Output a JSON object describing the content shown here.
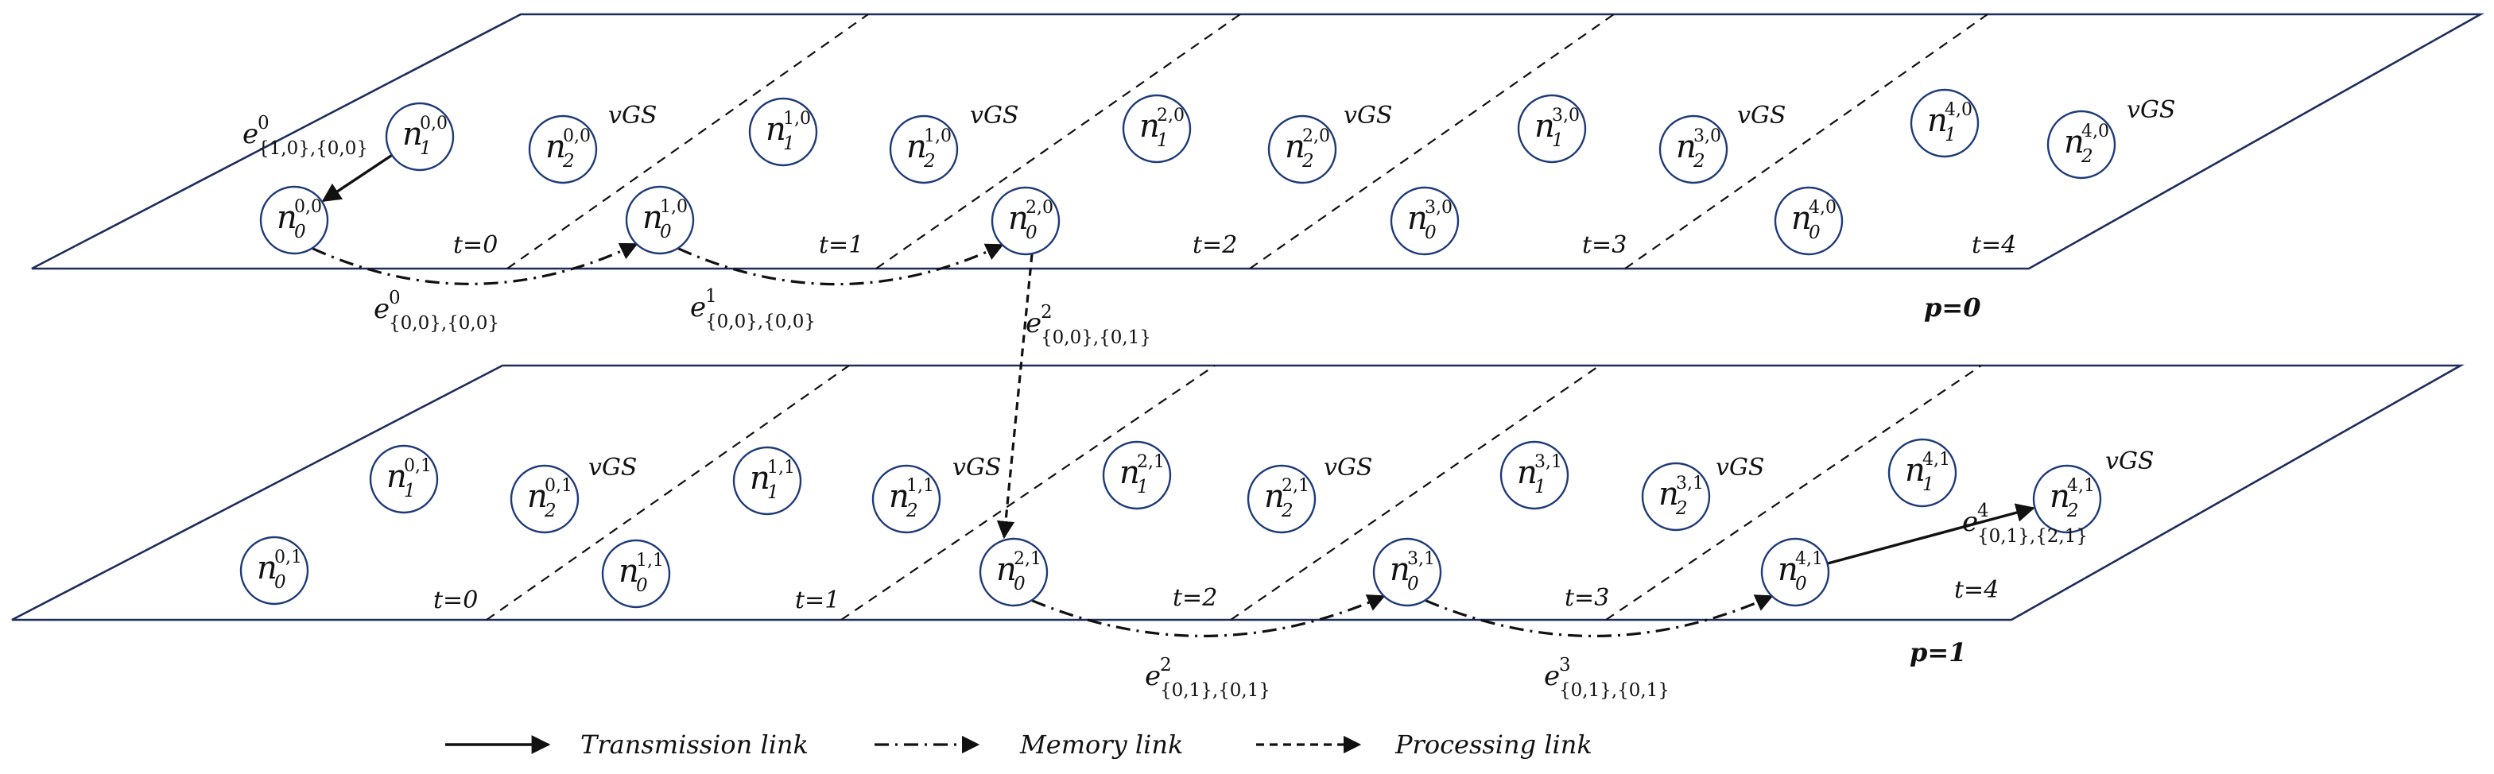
{
  "planes": [
    {
      "plabel": "p=0",
      "slot_labels": [
        "t=0",
        "t=1",
        "t=2",
        "t=3",
        "t=4"
      ],
      "vgs": [
        "vGS",
        "vGS",
        "vGS",
        "vGS",
        "vGS"
      ],
      "nodes": [
        {
          "id": "n-0-0-0",
          "sub": "0",
          "sup": "0,0"
        },
        {
          "id": "n-1-0-0",
          "sub": "1",
          "sup": "0,0"
        },
        {
          "id": "n-2-0-0",
          "sub": "2",
          "sup": "0,0"
        },
        {
          "id": "n-0-1-0",
          "sub": "0",
          "sup": "1,0"
        },
        {
          "id": "n-1-1-0",
          "sub": "1",
          "sup": "1,0"
        },
        {
          "id": "n-2-1-0",
          "sub": "2",
          "sup": "1,0"
        },
        {
          "id": "n-0-2-0",
          "sub": "0",
          "sup": "2,0"
        },
        {
          "id": "n-1-2-0",
          "sub": "1",
          "sup": "2,0"
        },
        {
          "id": "n-2-2-0",
          "sub": "2",
          "sup": "2,0"
        },
        {
          "id": "n-0-3-0",
          "sub": "0",
          "sup": "3,0"
        },
        {
          "id": "n-1-3-0",
          "sub": "1",
          "sup": "3,0"
        },
        {
          "id": "n-2-3-0",
          "sub": "2",
          "sup": "3,0"
        },
        {
          "id": "n-0-4-0",
          "sub": "0",
          "sup": "4,0"
        },
        {
          "id": "n-1-4-0",
          "sub": "1",
          "sup": "4,0"
        },
        {
          "id": "n-2-4-0",
          "sub": "2",
          "sup": "4,0"
        }
      ]
    },
    {
      "plabel": "p=1",
      "slot_labels": [
        "t=0",
        "t=1",
        "t=2",
        "t=3",
        "t=4"
      ],
      "vgs": [
        "vGS",
        "vGS",
        "vGS",
        "vGS",
        "vGS"
      ],
      "nodes": [
        {
          "id": "n-0-0-1",
          "sub": "0",
          "sup": "0,1"
        },
        {
          "id": "n-1-0-1",
          "sub": "1",
          "sup": "0,1"
        },
        {
          "id": "n-2-0-1",
          "sub": "2",
          "sup": "0,1"
        },
        {
          "id": "n-0-1-1",
          "sub": "0",
          "sup": "1,1"
        },
        {
          "id": "n-1-1-1",
          "sub": "1",
          "sup": "1,1"
        },
        {
          "id": "n-2-1-1",
          "sub": "2",
          "sup": "1,1"
        },
        {
          "id": "n-0-2-1",
          "sub": "0",
          "sup": "2,1"
        },
        {
          "id": "n-1-2-1",
          "sub": "1",
          "sup": "2,1"
        },
        {
          "id": "n-2-2-1",
          "sub": "2",
          "sup": "2,1"
        },
        {
          "id": "n-0-3-1",
          "sub": "0",
          "sup": "3,1"
        },
        {
          "id": "n-1-3-1",
          "sub": "1",
          "sup": "3,1"
        },
        {
          "id": "n-2-3-1",
          "sub": "2",
          "sup": "3,1"
        },
        {
          "id": "n-0-4-1",
          "sub": "0",
          "sup": "4,1"
        },
        {
          "id": "n-1-4-1",
          "sub": "1",
          "sup": "4,1"
        },
        {
          "id": "n-2-4-1",
          "sub": "2",
          "sup": "4,1"
        }
      ]
    }
  ],
  "edges": [
    {
      "type": "transmission",
      "from": "n-1-0-0",
      "to": "n-0-0-0",
      "label_sup": "0",
      "label_sub": "{1,0},{0,0}"
    },
    {
      "type": "memory",
      "from": "n-0-0-0",
      "to": "n-0-1-0",
      "label_sup": "0",
      "label_sub": "{0,0},{0,0}"
    },
    {
      "type": "memory",
      "from": "n-0-1-0",
      "to": "n-0-2-0",
      "label_sup": "1",
      "label_sub": "{0,0},{0,0}"
    },
    {
      "type": "processing",
      "from": "n-0-2-0",
      "to": "n-0-2-1",
      "label_sup": "2",
      "label_sub": "{0,0},{0,1}"
    },
    {
      "type": "memory",
      "from": "n-0-2-1",
      "to": "n-0-3-1",
      "label_sup": "2",
      "label_sub": "{0,1},{0,1}"
    },
    {
      "type": "memory",
      "from": "n-0-3-1",
      "to": "n-0-4-1",
      "label_sup": "3",
      "label_sub": "{0,1},{0,1}"
    },
    {
      "type": "transmission",
      "from": "n-0-4-1",
      "to": "n-2-4-1",
      "label_sup": "4",
      "label_sub": "{0,1},{2,1}"
    }
  ],
  "legend": [
    {
      "type": "transmission",
      "label": "Transmission link"
    },
    {
      "type": "memory",
      "label": "Memory link"
    },
    {
      "type": "processing",
      "label": "Processing link"
    }
  ]
}
